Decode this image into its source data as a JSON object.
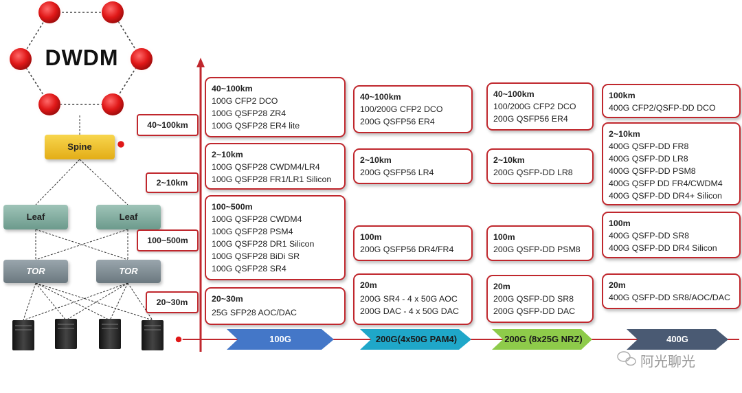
{
  "core": {
    "label": "DWDM"
  },
  "topology": {
    "spine": "Spine",
    "leaf_left": "Leaf",
    "leaf_right": "Leaf",
    "tor_left": "TOR",
    "tor_right": "TOR"
  },
  "axis_labels": [
    "40~100km",
    "2~10km",
    "100~500m",
    "20~30m"
  ],
  "speed_arrows": [
    {
      "label": "100G",
      "color": "#4477c8"
    },
    {
      "label": "200G(4x50G PAM4)",
      "color": "#1fa7c9"
    },
    {
      "label": "200G (8x25G NRZ)",
      "color": "#8ecb4a"
    },
    {
      "label": "400G",
      "color": "#4a5a73"
    }
  ],
  "columns": [
    {
      "speed": "100G",
      "boxes": [
        {
          "title": "40~100km",
          "lines": [
            "100G CFP2 DCO",
            "100G QSFP28 ZR4",
            "100G QSFP28 ER4 lite"
          ]
        },
        {
          "title": "2~10km",
          "lines": [
            "100G QSFP28 CWDM4/LR4",
            "100G QSFP28 FR1/LR1 Silicon"
          ]
        },
        {
          "title": "100~500m",
          "lines": [
            "100G QSFP28 CWDM4",
            "100G QSFP28 PSM4",
            "100G QSFP28 DR1 Silicon",
            "100G QSFP28 BiDi SR",
            "100G QSFP28 SR4"
          ]
        },
        {
          "title": "20~30m",
          "lines": [
            "25G SFP28 AOC/DAC"
          ]
        }
      ]
    },
    {
      "speed": "200G(4x50G PAM4)",
      "boxes": [
        {
          "title": "40~100km",
          "lines": [
            "100/200G CFP2 DCO",
            "200G QSFP56 ER4"
          ]
        },
        {
          "title": "2~10km",
          "lines": [
            "200G QSFP56 LR4"
          ]
        },
        {
          "title": "100m",
          "lines": [
            "200G QSFP56 DR4/FR4"
          ]
        },
        {
          "title": "20m",
          "lines": [
            "200G SR4 - 4 x 50G AOC",
            "200G DAC - 4 x 50G DAC"
          ]
        }
      ]
    },
    {
      "speed": "200G (8x25G NRZ)",
      "boxes": [
        {
          "title": "40~100km",
          "lines": [
            "100/200G CFP2 DCO",
            "200G QSFP56 ER4"
          ]
        },
        {
          "title": "2~10km",
          "lines": [
            "200G QSFP-DD LR8"
          ]
        },
        {
          "title": "100m",
          "lines": [
            "200G QSFP-DD PSM8"
          ]
        },
        {
          "title": "20m",
          "lines": [
            "200G QSFP-DD SR8",
            "200G QSFP-DD DAC"
          ]
        }
      ]
    },
    {
      "speed": "400G",
      "boxes": [
        {
          "title": "100km",
          "lines": [
            "400G CFP2/QSFP-DD DCO"
          ]
        },
        {
          "title": "2~10km",
          "lines": [
            "400G QSFP-DD  FR8",
            "400G QSFP-DD  LR8",
            "400G QSFP-DD  PSM8",
            "400G QSFP DD FR4/CWDM4",
            "400G QSFP-DD DR4+ Silicon"
          ]
        },
        {
          "title": "100m",
          "lines": [
            "400G QSFP-DD SR8",
            "400G QSFP-DD DR4 Silicon"
          ]
        },
        {
          "title": "20m",
          "lines": [
            "400G QSFP-DD SR8/AOC/DAC"
          ]
        }
      ]
    }
  ],
  "watermark": "阿光聊光",
  "colors": {
    "accent_red": "#c0272d",
    "spine_gold": "#f2c230",
    "leaf_green": "#7aa89a",
    "tor_gray": "#7f8c93"
  }
}
